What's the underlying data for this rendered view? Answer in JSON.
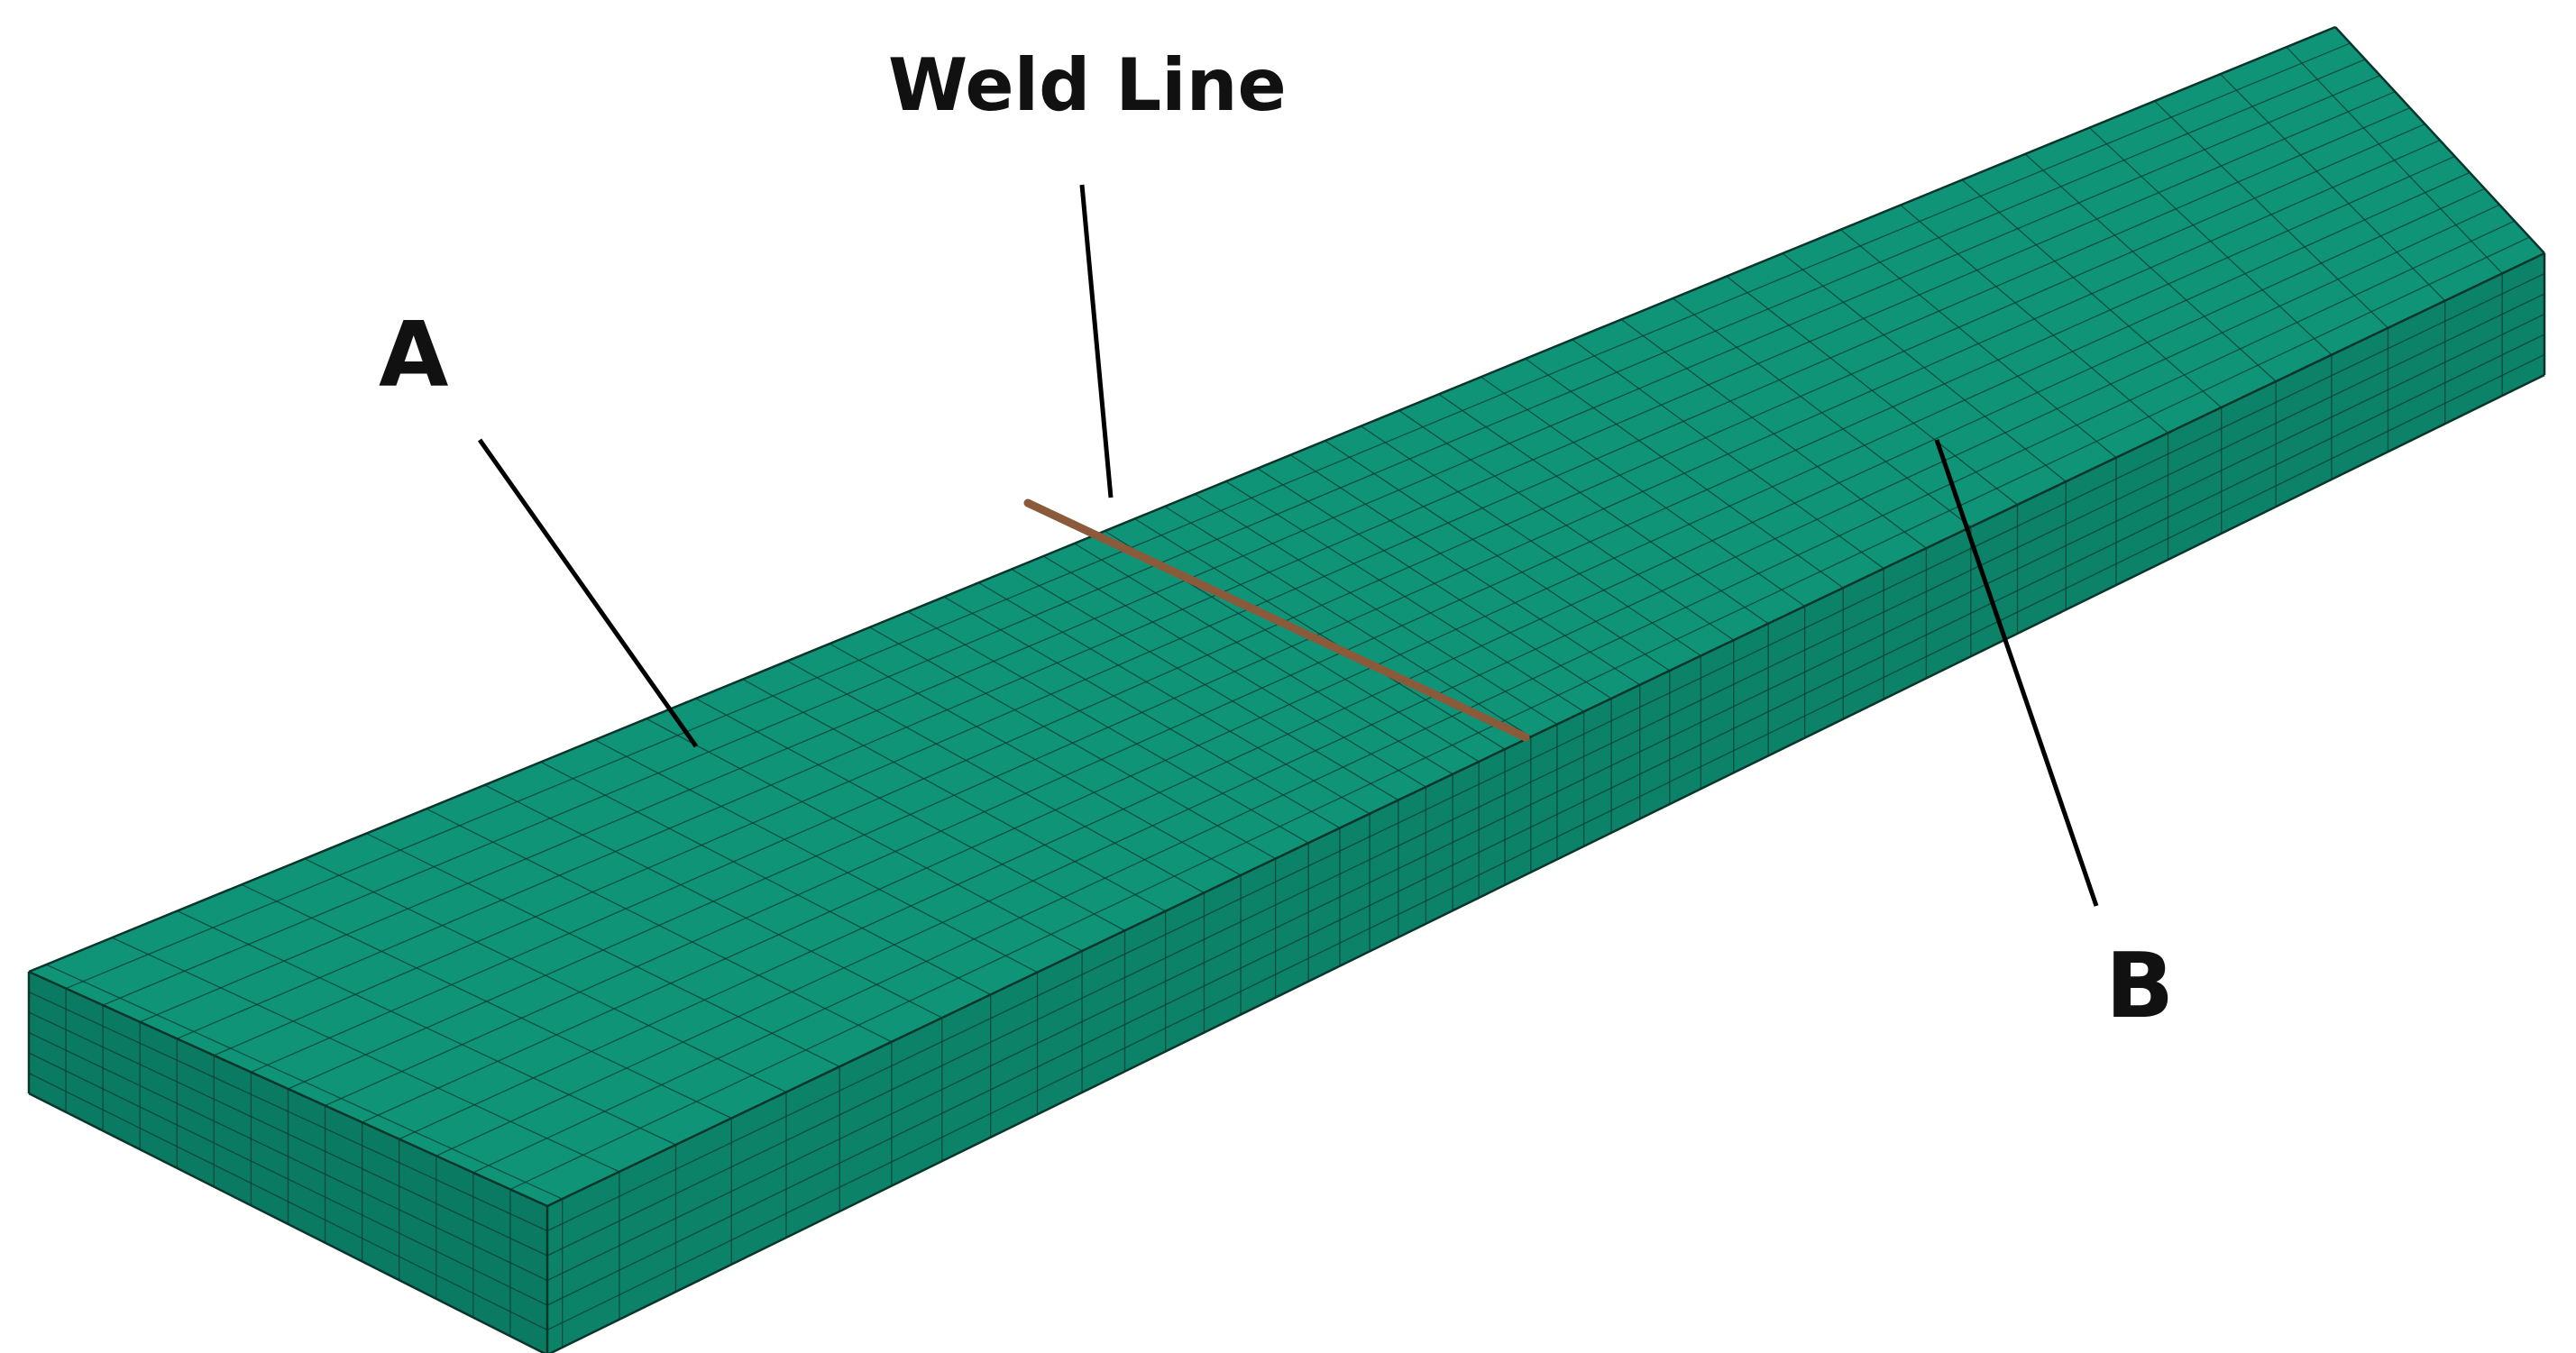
{
  "labels": {
    "weld_line": "Weld Line",
    "part_a": "A",
    "part_b": "B"
  },
  "colors": {
    "mesh_face": "#0e8d74",
    "mesh_top": "#109478",
    "mesh_front": "#0c8269",
    "mesh_side": "#0b7a63",
    "mesh_line": "#0a3a30",
    "weld": "#8a5a3a",
    "leader": "#000000",
    "background": "#ffffff"
  },
  "mesh": {
    "length_divisions": 48,
    "width_divisions": 14,
    "thickness_layers": 6
  }
}
